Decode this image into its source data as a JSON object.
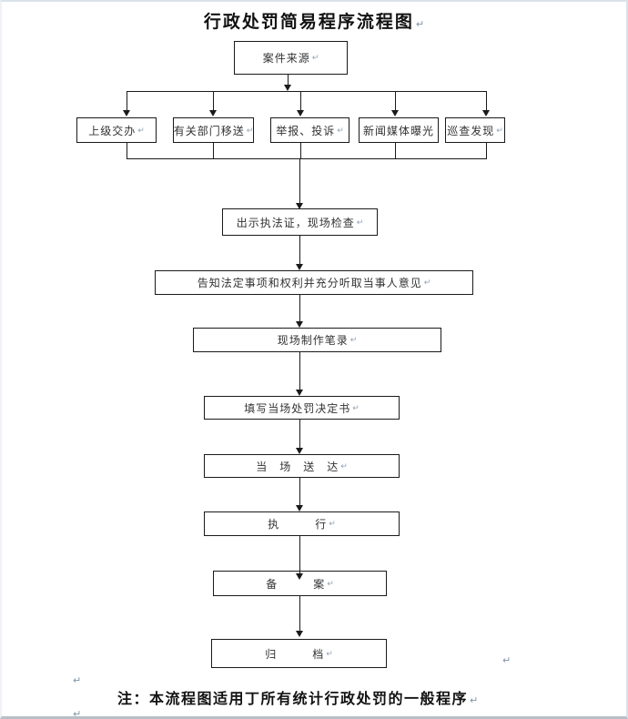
{
  "document": {
    "title": "行政处罚简易程序流程图",
    "note": "注：本流程图适用丁所有统计行政处罚的一般程序",
    "paragraph_mark": "↵"
  },
  "flowchart": {
    "source": {
      "label": "案件来源"
    },
    "origins": [
      {
        "label": "上级交办"
      },
      {
        "label": "有关部门移送"
      },
      {
        "label": "举报、投诉"
      },
      {
        "label": "新闻媒体曝光"
      },
      {
        "label": "巡查发现"
      }
    ],
    "steps": [
      {
        "label": "出示执法证，现场检查"
      },
      {
        "label": "告知法定事项和权利并充分听取当事人意见"
      },
      {
        "label": "现场制作笔录"
      },
      {
        "label": "填写当场处罚决定书"
      },
      {
        "label": "当　场　送　达"
      },
      {
        "label": "执　　　行"
      },
      {
        "label": "备　　　案"
      },
      {
        "label": "归　　　档"
      }
    ]
  },
  "colors": {
    "line": "#1a1a1a",
    "page_border": "#dbe2ea",
    "paragraph_mark": "#93a1b1"
  }
}
